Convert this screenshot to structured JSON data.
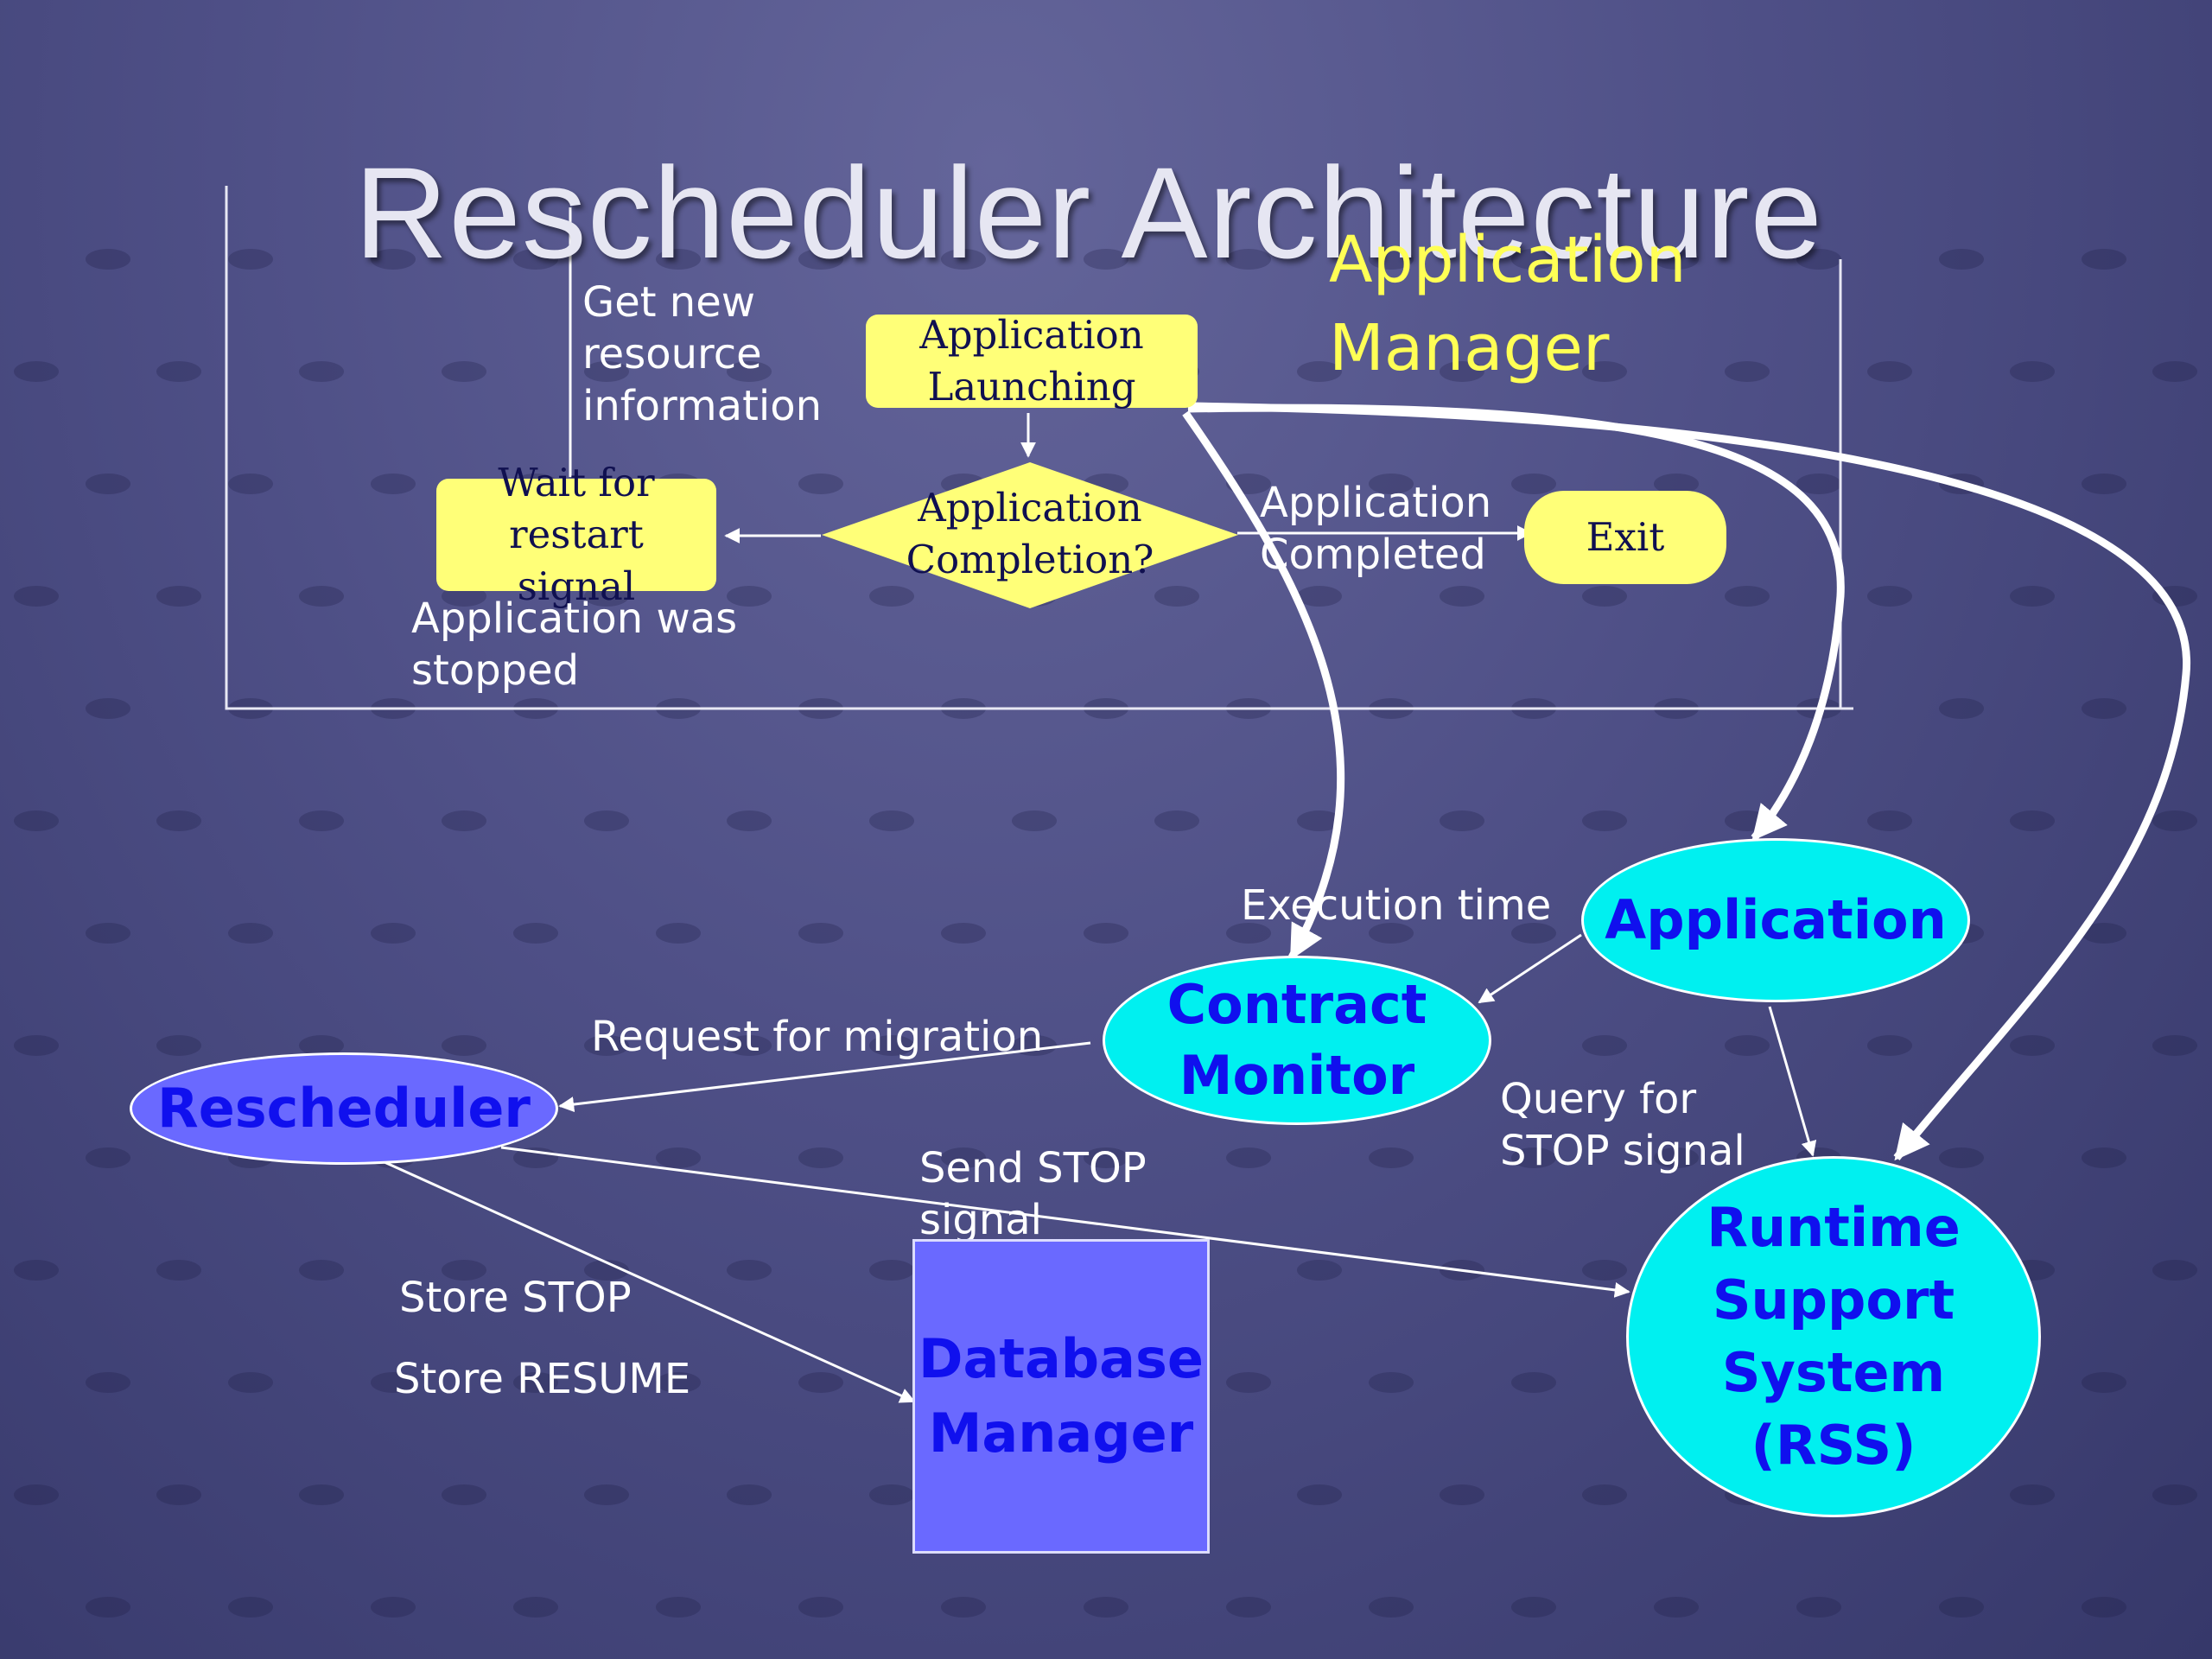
{
  "slide": {
    "title": "Rescheduler Architecture",
    "background_color": "#4e4f86",
    "node_yellow": "#ffff78",
    "node_cyan": "#00f0f0",
    "node_blue": "#6a69ff",
    "node_text_blue": "#1010ee"
  },
  "app_manager": {
    "label": "Application\nManager",
    "launching": "Application\nLaunching",
    "completion": "Application\nCompletion?",
    "wait": "Wait for restart\nsignal",
    "exit": "Exit"
  },
  "edge_labels": {
    "get_new_resource": "Get new\nresource\ninformation",
    "application_completed": "Application\nCompleted",
    "application_stopped": "Application was\nstopped",
    "execution_time": "Execution time",
    "request_migration": "Request for migration",
    "query_stop": "Query for\nSTOP signal",
    "send_stop": "Send STOP\nsignal",
    "store_stop": "Store STOP",
    "store_resume": "Store RESUME"
  },
  "components": {
    "application": "Application",
    "contract_monitor": "Contract\nMonitor",
    "rescheduler": "Rescheduler",
    "database_manager": "Database\nManager",
    "rss": "Runtime\nSupport\nSystem\n(RSS)"
  }
}
